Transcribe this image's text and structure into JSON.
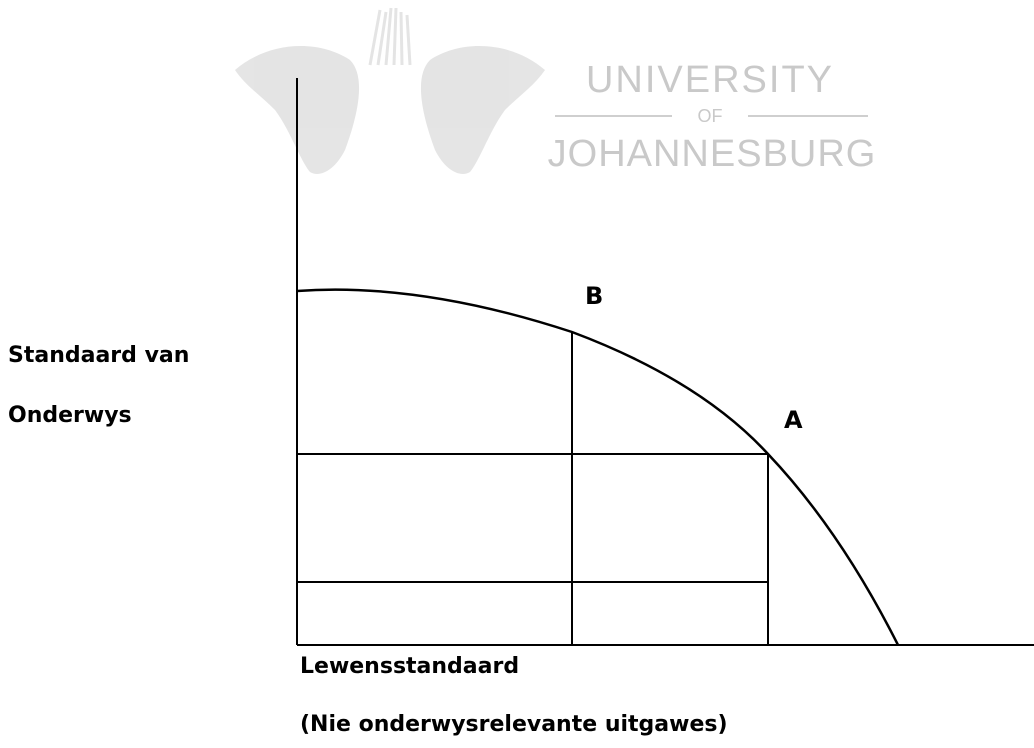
{
  "y_axis_label_line1": "Standaard van",
  "y_axis_label_line2": "Onderwys",
  "x_axis_label_line1": "Lewensstandaard",
  "x_axis_label_line2": "(Nie onderwysrelevante uitgawes)",
  "points": {
    "a": "A",
    "b": "B"
  },
  "watermark": {
    "line1": "UNIVERSITY",
    "line2": "OF",
    "line3": "JOHANNESBURG",
    "color": "#c9c9c9"
  },
  "colors": {
    "ink": "#000000",
    "background": "#ffffff"
  }
}
